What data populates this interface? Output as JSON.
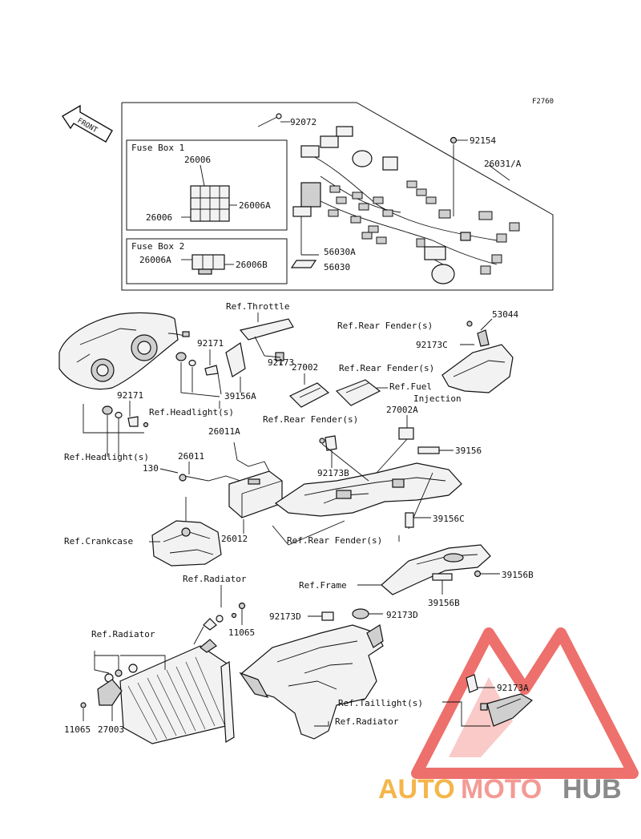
{
  "figure_code": "F2760",
  "front_arrow": "FRONT",
  "fuse_box_1": {
    "title": "Fuse Box 1",
    "parts": [
      "26006",
      "26006A",
      "26006"
    ]
  },
  "fuse_box_2": {
    "title": "Fuse Box 2",
    "parts": [
      "26006A",
      "26006B"
    ]
  },
  "harness_parts": [
    "92072",
    "92154",
    "26031/A",
    "56030A",
    "56030"
  ],
  "callouts": {
    "p53044": "53044",
    "p92173C": "92173C",
    "p27002": "27002",
    "p27002A": "27002A",
    "p92173": "92173",
    "p92171a": "92171",
    "p92171b": "92171",
    "p39156A": "39156A",
    "p26011A": "26011A",
    "p26011": "26011",
    "p130": "130",
    "p92173B": "92173B",
    "p39156": "39156",
    "p39156C": "39156C",
    "p26012": "26012",
    "p39156B_r": "39156B",
    "p39156B_b": "39156B",
    "p11065a": "11065",
    "p11065b": "11065",
    "p92173D_l": "92173D",
    "p92173D_r": "92173D",
    "p27003": "27003",
    "p92173A": "92173A"
  },
  "references": {
    "throttle": "Ref.Throttle",
    "rear_fender_1": "Ref.Rear Fender(s)",
    "rear_fender_2": "Ref.Rear Fender(s)",
    "rear_fender_3": "Ref.Rear Fender(s)",
    "rear_fender_4": "Ref.Rear Fender(s)",
    "fuel_injection_1": "Ref.Fuel",
    "fuel_injection_2": "Injection",
    "headlight_1": "Ref.Headlight(s)",
    "headlight_2": "Ref.Headlight(s)",
    "crankcase": "Ref.Crankcase",
    "frame": "Ref.Frame",
    "radiator_1": "Ref.Radiator",
    "radiator_2": "Ref.Radiator",
    "radiator_3": "Ref.Radiator",
    "taillight": "Ref.Taillight(s)"
  },
  "watermark": {
    "part1": "AUTO",
    "part2": "MOTO",
    "part3": "HUB",
    "colors": {
      "auto": "#f5b54a",
      "moto": "#f39a94",
      "hub": "#8a8a8a",
      "logo": "#e8413c"
    }
  }
}
